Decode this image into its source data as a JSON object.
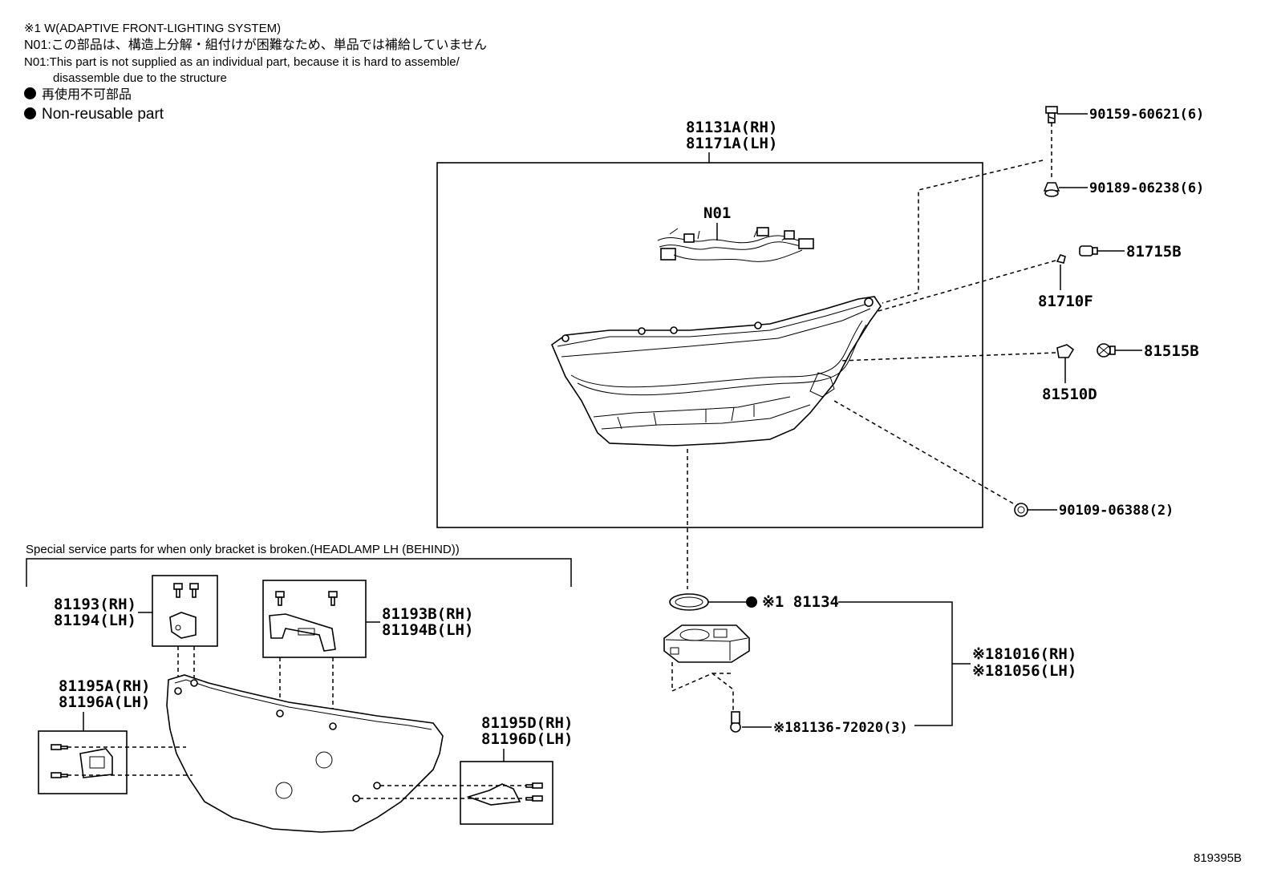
{
  "notes": {
    "afs": "※1 W(ADAPTIVE FRONT-LIGHTING SYSTEM)",
    "n01_jp": "N01:この部品は、構造上分解・組付けが困難なため、単品では補給していません",
    "n01_en_1": "N01:This part is not supplied as an individual part, because it is hard to assemble/",
    "n01_en_2": "disassemble due to the structure",
    "nonreuse_jp": "再使用不可部品",
    "nonreuse_en": "Non-reusable part"
  },
  "labels": {
    "p81131A": "81131A(RH)",
    "p81171A": "81171A(LH)",
    "n01": "N01",
    "p90159": "90159-60621(6)",
    "p90189": "90189-06238(6)",
    "p81715B": "81715B",
    "p81710F": "81710F",
    "p81515B": "81515B",
    "p81510D": "81510D",
    "p90109": "90109-06388(2)",
    "p81134": "※1 81134",
    "p81016": "※181016(RH)",
    "p81056": "※181056(LH)",
    "p81136": "※181136-72020(3)",
    "special": "Special service parts for when only bracket is broken.(HEADLAMP LH (BEHIND))",
    "p81193": "81193(RH)",
    "p81194": "81194(LH)",
    "p81193B": "81193B(RH)",
    "p81194B": "81194B(LH)",
    "p81195A": "81195A(RH)",
    "p81196A": "81196A(LH)",
    "p81195D": "81195D(RH)",
    "p81196D": "81196D(LH)",
    "figure_no": "819395B"
  },
  "colors": {
    "line": "#000000",
    "background": "#ffffff"
  }
}
